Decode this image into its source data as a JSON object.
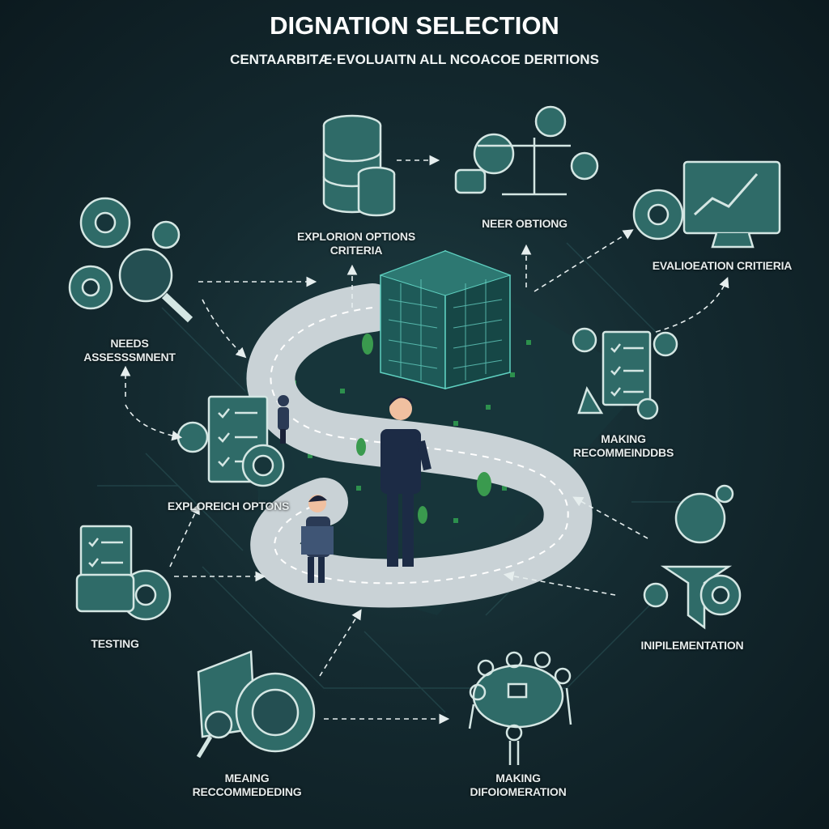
{
  "header": {
    "title": "DIGNATION SELECTION",
    "subtitle": "CENTAARBITÆ·EVOLUAITN ALL NCOACOE DERITIONS"
  },
  "stages": [
    {
      "id": "exploration-options-criteria",
      "lines": [
        "EXPLORION OPTIONS",
        "CRITERIA"
      ],
      "icon": "database-icon"
    },
    {
      "id": "neer-optiong",
      "lines": [
        "NEER OBTIONG"
      ],
      "icon": "scale-gears-icon"
    },
    {
      "id": "evaluation-criteria",
      "lines": [
        "EVALIOEATION CRITIERIA"
      ],
      "icon": "monitor-chart-icon"
    },
    {
      "id": "needs-assessment",
      "lines": [
        "NEEDS",
        "ASSESSSMNENT"
      ],
      "icon": "gears-magnifier-icon"
    },
    {
      "id": "making-recommendations",
      "lines": [
        "MAKING",
        "RECOMMEINDDBS"
      ],
      "icon": "checklist-document-icon"
    },
    {
      "id": "exploreich-optons",
      "lines": [
        "EXPLOREICH OPTONS"
      ],
      "icon": "checklist-gears-icon"
    },
    {
      "id": "testing",
      "lines": [
        "TESTING"
      ],
      "icon": "testing-checklist-icon"
    },
    {
      "id": "implementation",
      "lines": [
        "INIPILEMENTATION"
      ],
      "icon": "implementation-gears-icon"
    },
    {
      "id": "meaing-reccommededing",
      "lines": [
        "MEAING",
        "RECCOMMEDEDING"
      ],
      "icon": "gear-globe-icon"
    },
    {
      "id": "making-difoomeration",
      "lines": [
        "MAKING",
        "DIFOIOMERATION"
      ],
      "icon": "meeting-table-icon"
    }
  ],
  "colors": {
    "accent": "#2f6b68",
    "line": "#cfe3e0",
    "road": "#c9d2d6",
    "green": "#3fae5a",
    "suit": "#1c2b45"
  }
}
